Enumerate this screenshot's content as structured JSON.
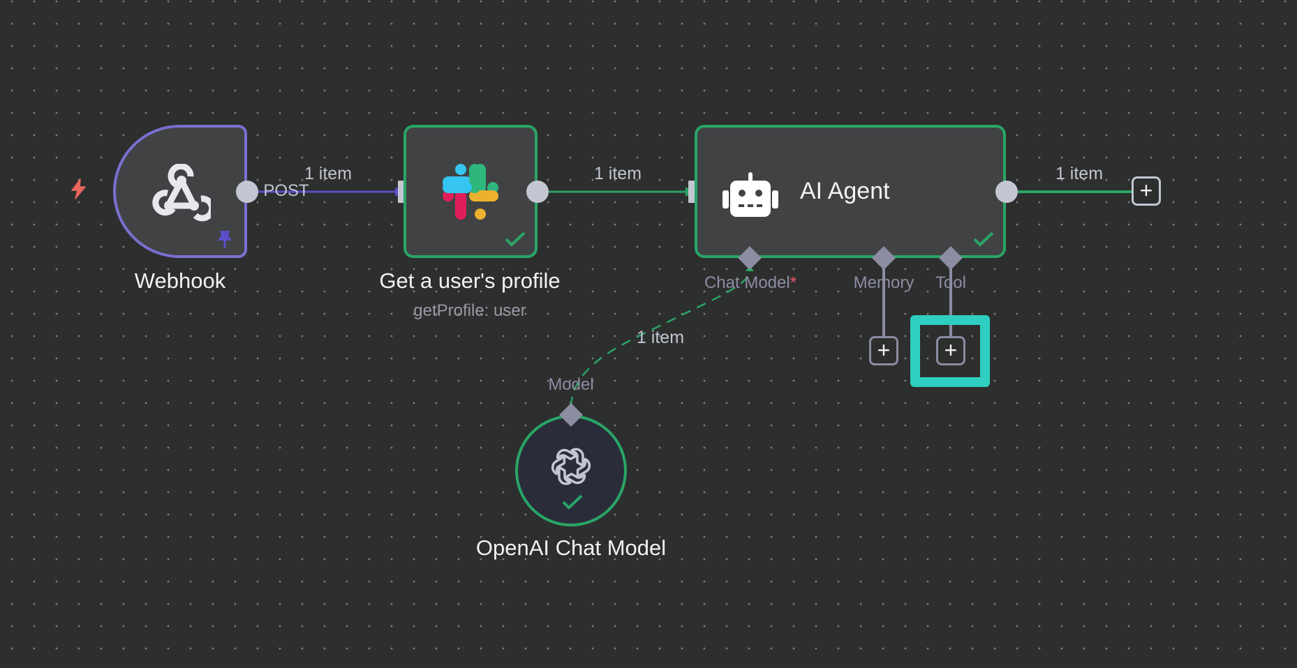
{
  "canvas": {
    "background": "#2d2e2e",
    "accent_success": "#29a566",
    "accent_trigger": "#7b6fd0",
    "highlight": "#2ecfc1"
  },
  "nodes": {
    "webhook": {
      "title": "Webhook",
      "icon": "webhook-icon",
      "pinned": true,
      "trigger": true,
      "output_label": "POST"
    },
    "slack": {
      "title": "Get a user's profile",
      "subtitle": "getProfile: user",
      "icon": "slack-icon",
      "status": "success"
    },
    "agent": {
      "title": "AI Agent",
      "icon": "robot-icon",
      "status": "success",
      "ports": {
        "chat_model": "Chat Model",
        "chat_model_required": "*",
        "memory": "Memory",
        "tool": "Tool"
      }
    },
    "openai": {
      "title": "OpenAI Chat Model",
      "icon": "openai-icon",
      "status": "success",
      "port_label": "Model"
    }
  },
  "edges": {
    "webhook_to_slack": {
      "label": "1 item"
    },
    "slack_to_agent": {
      "label": "1 item"
    },
    "agent_out": {
      "label": "1 item"
    },
    "model_to_agent": {
      "label": "1 item"
    }
  },
  "buttons": {
    "plus_symbol": "+"
  }
}
